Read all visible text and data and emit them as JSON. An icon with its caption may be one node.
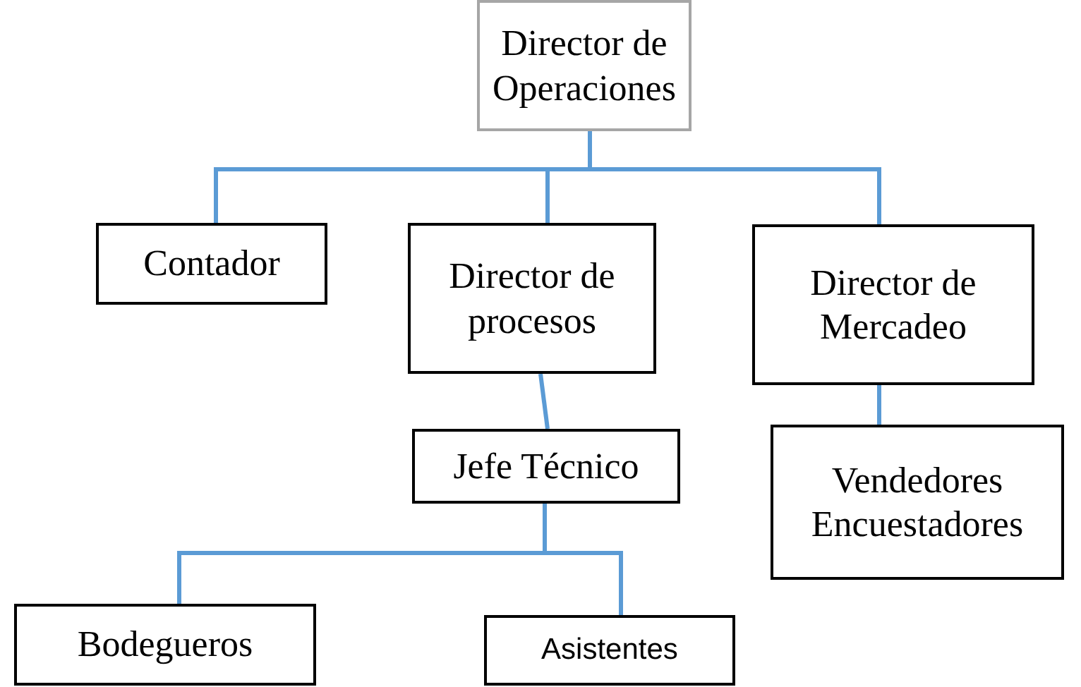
{
  "diagram": {
    "nodes": [
      {
        "text": [
          "Director de Operaciones"
        ]
      },
      {
        "text": [
          "Contador"
        ]
      },
      {
        "text": [
          "Director de procesos"
        ]
      },
      {
        "text": [
          "Director de Mercadeo"
        ]
      },
      {
        "text": [
          "Jefe Técnico"
        ]
      },
      {
        "text": [
          "Vendedores Encuestadores"
        ]
      },
      {
        "text": [
          "Bodegueros"
        ]
      },
      {
        "text": [
          "Asistentes"
        ]
      }
    ],
    "edges": [
      {
        "from": 0,
        "to": 1,
        "arrow": "none"
      },
      {
        "from": 0,
        "to": 2,
        "arrow": "none"
      },
      {
        "from": 0,
        "to": 3,
        "arrow": "none"
      },
      {
        "from": 2,
        "to": 4,
        "arrow": "none"
      },
      {
        "from": 3,
        "to": 5,
        "arrow": "none"
      },
      {
        "from": 4,
        "to": 6,
        "arrow": "none"
      },
      {
        "from": 4,
        "to": 7,
        "arrow": "none"
      }
    ]
  }
}
